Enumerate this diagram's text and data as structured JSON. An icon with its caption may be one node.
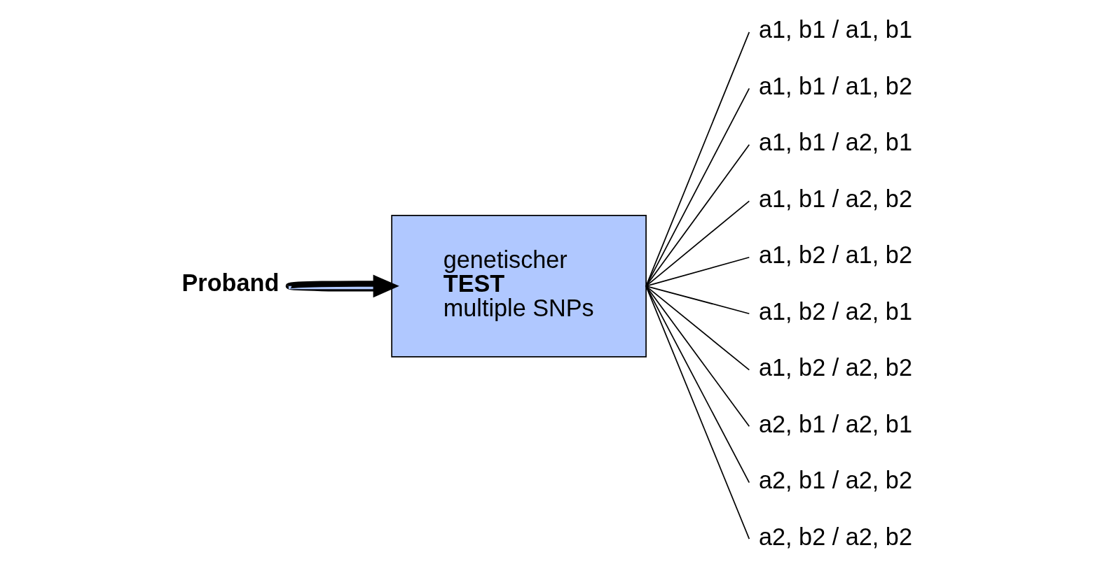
{
  "diagram": {
    "nodes": [
      {
        "text": [
          "Proband"
        ]
      },
      {
        "text": [
          "genetischer",
          "TEST",
          "multiple SNPs"
        ]
      },
      {
        "text": [
          "a1, b1 / a1, b1"
        ]
      },
      {
        "text": [
          "a1, b1 / a1, b2"
        ]
      },
      {
        "text": [
          "a1, b1 / a2, b1"
        ]
      },
      {
        "text": [
          "a1, b1 / a2, b2"
        ]
      },
      {
        "text": [
          "a1, b2 / a1, b2"
        ]
      },
      {
        "text": [
          "a1, b2 / a2, b1"
        ]
      },
      {
        "text": [
          "a1, b2 / a2, b2"
        ]
      },
      {
        "text": [
          "a2, b1 / a2, b1"
        ]
      },
      {
        "text": [
          "a2, b1 / a2, b2"
        ]
      },
      {
        "text": [
          "a2, b2 / a2, b2"
        ]
      }
    ],
    "edges": [
      {
        "from": 0,
        "to": 1,
        "arrow": "to",
        "style": "thick"
      },
      {
        "from": 1,
        "to": 2,
        "arrow": "none"
      },
      {
        "from": 1,
        "to": 3,
        "arrow": "none"
      },
      {
        "from": 1,
        "to": 4,
        "arrow": "none"
      },
      {
        "from": 1,
        "to": 5,
        "arrow": "none"
      },
      {
        "from": 1,
        "to": 6,
        "arrow": "none"
      },
      {
        "from": 1,
        "to": 7,
        "arrow": "none"
      },
      {
        "from": 1,
        "to": 8,
        "arrow": "none"
      },
      {
        "from": 1,
        "to": 9,
        "arrow": "none"
      },
      {
        "from": 1,
        "to": 10,
        "arrow": "none"
      },
      {
        "from": 1,
        "to": 11,
        "arrow": "none"
      }
    ]
  }
}
